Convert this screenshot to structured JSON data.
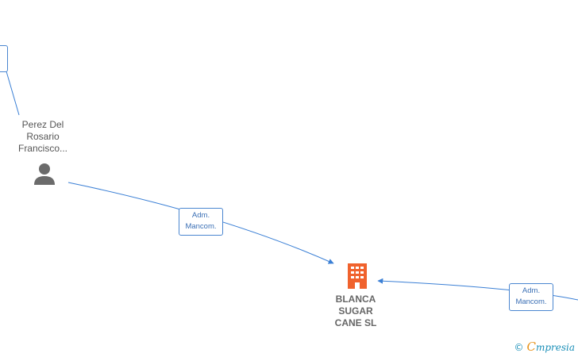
{
  "nodes": {
    "person": {
      "name": "Perez Del\nRosario\nFrancisco..."
    },
    "company": {
      "name": "BLANCA\nSUGAR\nCANE  SL",
      "color": "#f0622d"
    }
  },
  "relations": {
    "top_left_partial": "",
    "person_to_company": "Adm.\nMancom.",
    "right_to_company": "Adm.\nMancom."
  },
  "footer": {
    "copyright": "©",
    "brand_initial": "C",
    "brand_rest": "mpresia"
  },
  "colors": {
    "edge": "#3a7fd5",
    "person_icon": "#6b6b6b"
  }
}
